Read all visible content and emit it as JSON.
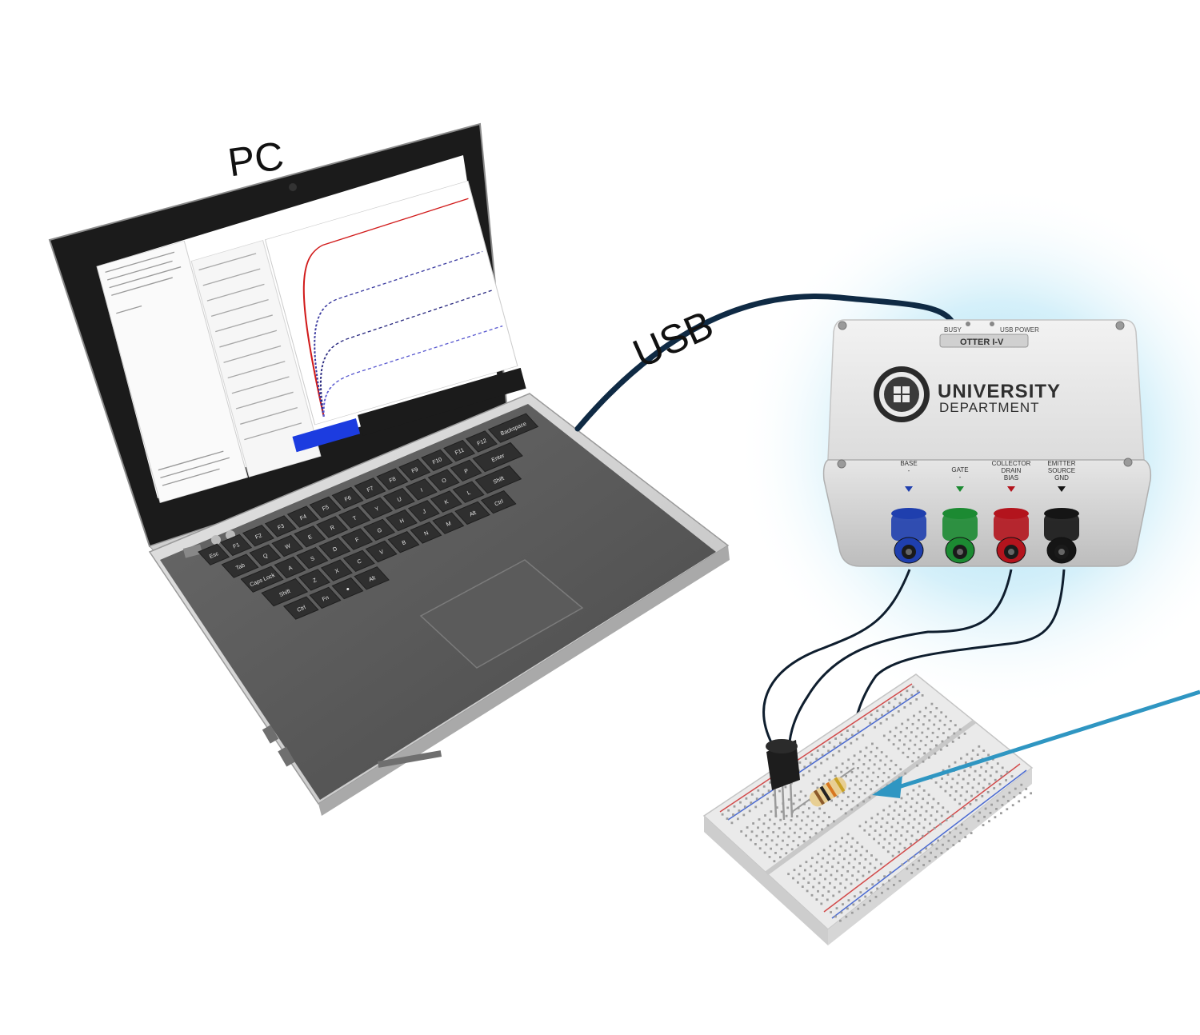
{
  "labels": {
    "pc": "PC",
    "usb": "USB"
  },
  "device": {
    "indicator_busy": "BUSY",
    "indicator_usb_power": "USB POWER",
    "product_name": "OTTER I-V",
    "brand_line1": "UNIVERSITY",
    "brand_line2": "DEPARTMENT",
    "terminals": [
      {
        "lines": [
          "BASE",
          "-"
        ],
        "color": "#1f3fae"
      },
      {
        "lines": [
          "GATE",
          "-"
        ],
        "color": "#1c8a32"
      },
      {
        "lines": [
          "COLLECTOR",
          "DRAIN",
          "BIAS"
        ],
        "color": "#b3141d"
      },
      {
        "lines": [
          "EMITTER",
          "SOURCE",
          "GND"
        ],
        "color": "#151515"
      }
    ]
  },
  "keyboard": {
    "rows": [
      [
        "Esc",
        "F1",
        "F2",
        "F3",
        "F4",
        "F5",
        "F6",
        "F7",
        "F8",
        "F9",
        "F10",
        "F11",
        "F12",
        "Backspace"
      ],
      [
        "Tab",
        "Q",
        "W",
        "E",
        "R",
        "T",
        "Y",
        "U",
        "I",
        "O",
        "P",
        "Enter"
      ],
      [
        "Caps Lock",
        "A",
        "S",
        "D",
        "F",
        "G",
        "H",
        "J",
        "K",
        "L",
        "Shift"
      ],
      [
        "Shift",
        "Z",
        "X",
        "C",
        "V",
        "B",
        "N",
        "M",
        "Alt",
        "Ctrl"
      ],
      [
        "Ctrl",
        "Fn",
        "●",
        "Alt"
      ]
    ]
  },
  "colors": {
    "usb_cable": "#0f2a44",
    "glow": "#8fd6f0",
    "arrow": "#2f96c2",
    "laptop_body": "#d7d7d7",
    "laptop_deck": "#5d5d5d",
    "screen_bezel": "#171717"
  }
}
